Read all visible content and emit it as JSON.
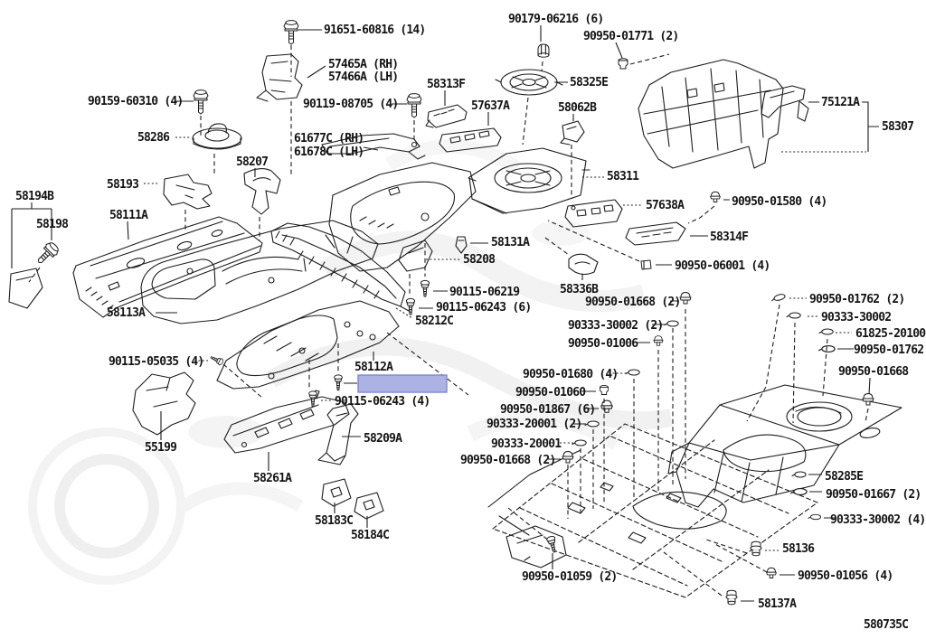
{
  "diagram": {
    "code": "580735C",
    "highlight": {
      "fill": "#adb2e4",
      "stroke": "#8187cc"
    },
    "line_color": "#1c1c1c",
    "background": "#ffffff",
    "labels": [
      {
        "text": "91651-60816 (14)"
      },
      {
        "text": "90179-06216 (6)"
      },
      {
        "text": "90950-01771 (2)"
      },
      {
        "text": "57465A (RH)"
      },
      {
        "text": "57466A (LH)"
      },
      {
        "text": "90159-60310 (4)"
      },
      {
        "text": "90119-08705 (4)"
      },
      {
        "text": "58313F"
      },
      {
        "text": "57637A"
      },
      {
        "text": "58325E"
      },
      {
        "text": "58062B"
      },
      {
        "text": "75121A"
      },
      {
        "text": "58307"
      },
      {
        "text": "58286"
      },
      {
        "text": "61677C (RH)"
      },
      {
        "text": "61678C (LH)"
      },
      {
        "text": "58207"
      },
      {
        "text": "58311"
      },
      {
        "text": "58193"
      },
      {
        "text": "58194B"
      },
      {
        "text": "58198"
      },
      {
        "text": "58111A"
      },
      {
        "text": "57638A"
      },
      {
        "text": "90950-01580 (4)"
      },
      {
        "text": "58314F"
      },
      {
        "text": "90950-06001 (4)"
      },
      {
        "text": "58131A"
      },
      {
        "text": "58208"
      },
      {
        "text": "90115-06219"
      },
      {
        "text": "90115-06243 (6)"
      },
      {
        "text": "58212C"
      },
      {
        "text": "58336B"
      },
      {
        "text": "58113A"
      },
      {
        "text": "90115-05035 (4)"
      },
      {
        "text": "58112A"
      },
      {
        "text": "90115-06243 (4)"
      },
      {
        "text": "90950-01668 (2)"
      },
      {
        "text": "90333-30002 (2)"
      },
      {
        "text": "90950-01006"
      },
      {
        "text": "90950-01680 (4)"
      },
      {
        "text": "90950-01060"
      },
      {
        "text": "90950-01867 (6)"
      },
      {
        "text": "90333-20001 (2)"
      },
      {
        "text": "90333-20001"
      },
      {
        "text": "90950-01668 (2)"
      },
      {
        "text": "90950-01762 (2)"
      },
      {
        "text": "90333-30002"
      },
      {
        "text": "61825-20100"
      },
      {
        "text": "90950-01762"
      },
      {
        "text": "90950-01668"
      },
      {
        "text": "55199"
      },
      {
        "text": "58209A"
      },
      {
        "text": "58261A"
      },
      {
        "text": "58183C"
      },
      {
        "text": "58184C"
      },
      {
        "text": "58285E"
      },
      {
        "text": "90950-01667 (2)"
      },
      {
        "text": "90333-30002 (4)"
      },
      {
        "text": "58136"
      },
      {
        "text": "90950-01056 (4)"
      },
      {
        "text": "58137A"
      },
      {
        "text": "90950-01059 (2)"
      },
      {
        "text": "580735C"
      }
    ]
  }
}
